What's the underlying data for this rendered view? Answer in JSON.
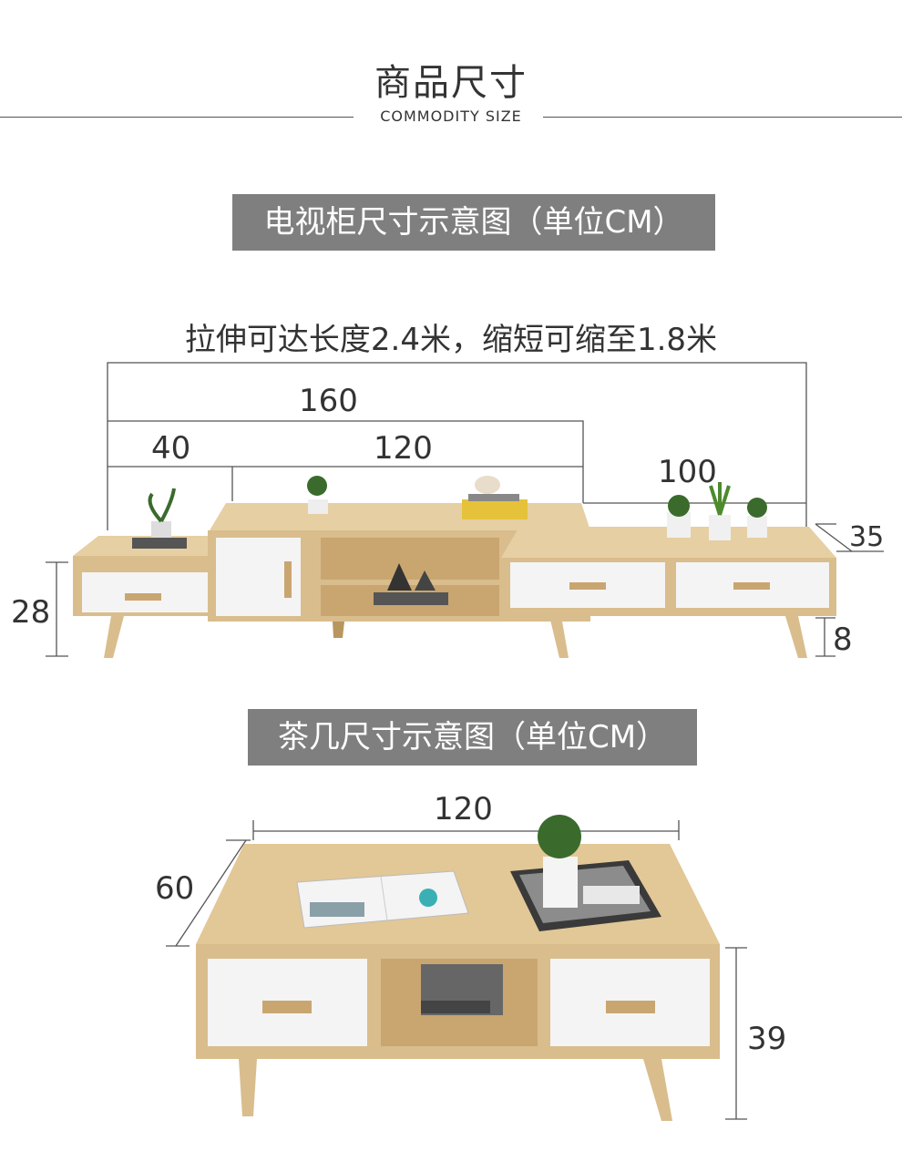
{
  "header": {
    "title": "商品尺寸",
    "subtitle": "COMMODITY SIZE"
  },
  "tv_cabinet": {
    "banner": "电视柜尺寸示意图（单位CM）",
    "note": "拉伸可达长度2.4米，缩短可缩至1.8米",
    "dims": {
      "d160": "160",
      "d40": "40",
      "d120": "120",
      "d100": "100",
      "d35": "35",
      "d28": "28",
      "d8": "8"
    }
  },
  "coffee_table": {
    "banner": "茶几尺寸示意图（单位CM）",
    "dims": {
      "d120": "120",
      "d60": "60",
      "d39": "39"
    }
  },
  "colors": {
    "wood": "#d9bd8c",
    "wood_dark": "#c9a670",
    "panel": "#f4f4f4",
    "banner": "#7f7f7f",
    "line": "#555555"
  }
}
